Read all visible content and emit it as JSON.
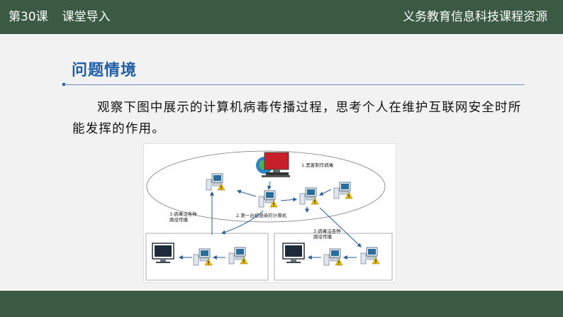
{
  "header": {
    "lesson": "第30课",
    "section": "课堂导入",
    "resource": "义务教育信息科技课程资源"
  },
  "main": {
    "title": "问题情境",
    "paragraph": "观察下图中展示的计算机病毒传播过程，思考个人在维护互联网安全时所能发挥的作用。"
  },
  "diagram": {
    "label_hacker": "1.黑客制作病毒",
    "label_first": "2.第一台被感染的计算机",
    "label_left": [
      "3.病毒沿各种",
      "路径传播"
    ],
    "label_right": [
      "3.病毒沿各种",
      "路径传播"
    ]
  },
  "colors": {
    "bar": "#3a5a44",
    "accent": "#1f5fa8",
    "warning": "#f2c200",
    "virus_screen": "#c8202a"
  }
}
